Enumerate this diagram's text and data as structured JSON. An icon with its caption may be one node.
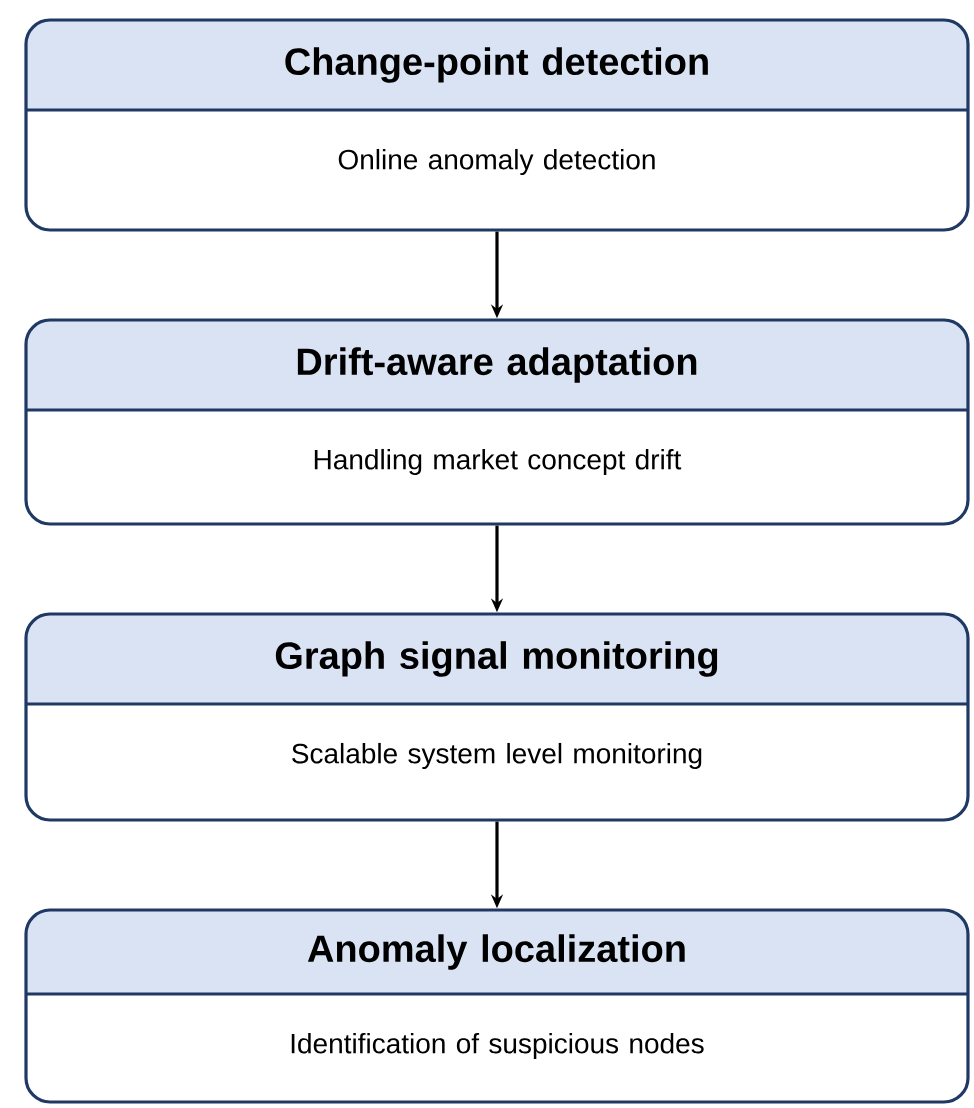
{
  "diagram": {
    "nodes": [
      {
        "text": [
          "Change-point detection",
          "Online anomaly detection"
        ]
      },
      {
        "text": [
          "Drift-aware adaptation",
          "Handling market concept drift"
        ]
      },
      {
        "text": [
          "Graph signal monitoring",
          "Scalable system level monitoring"
        ]
      },
      {
        "text": [
          "Anomaly localization",
          "Identification of suspicious nodes"
        ]
      }
    ],
    "edges": [
      {
        "from": 0,
        "to": 1,
        "arrow": "to"
      },
      {
        "from": 1,
        "to": 2,
        "arrow": "to"
      },
      {
        "from": 2,
        "to": 3,
        "arrow": "to"
      }
    ]
  }
}
